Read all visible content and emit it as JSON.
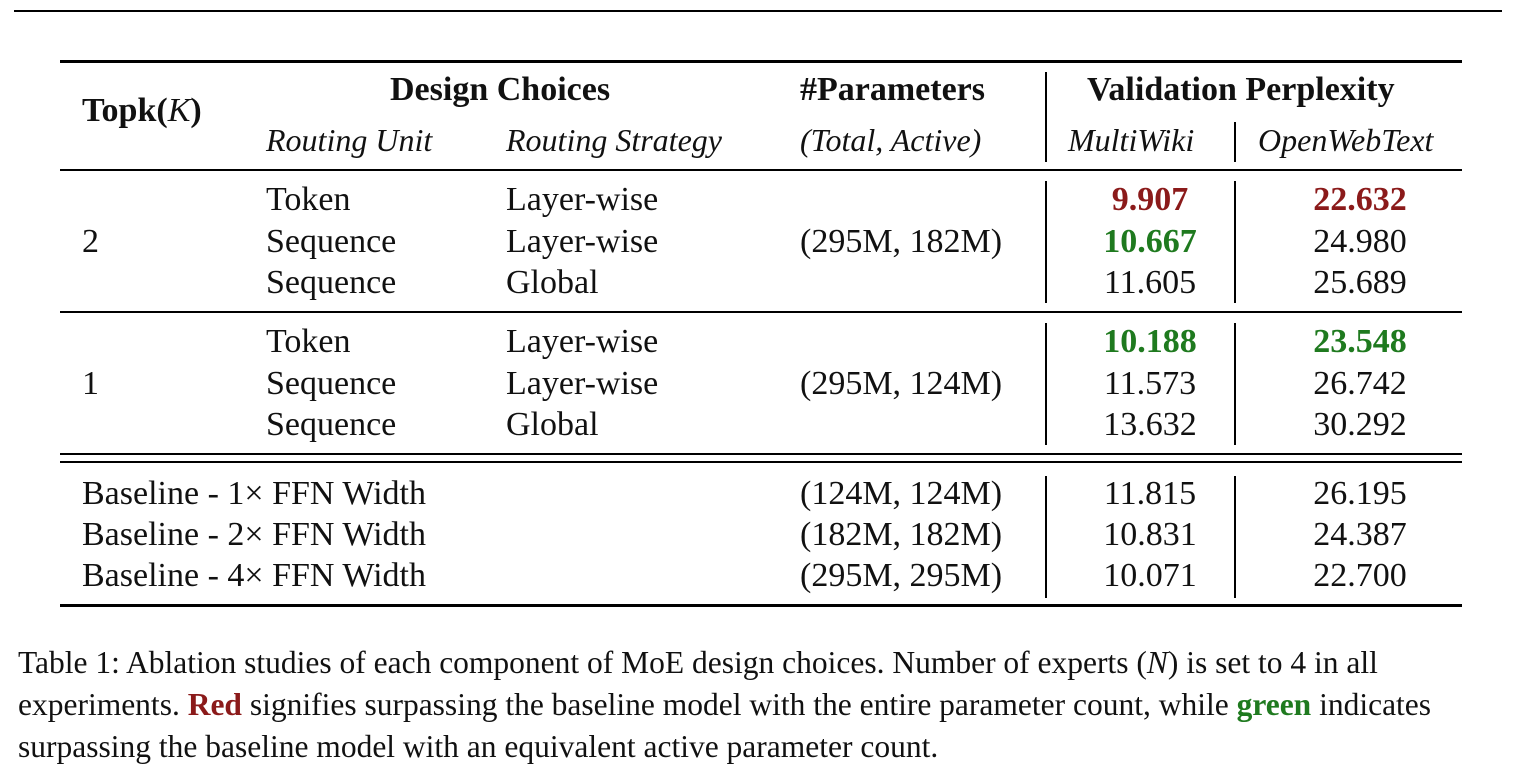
{
  "header": {
    "topk": "Topk(",
    "topk_var": "K",
    "topk_close": ")",
    "design_choices": "Design Choices",
    "routing_unit": "Routing Unit",
    "routing_strategy": "Routing Strategy",
    "parameters": "#Parameters",
    "total_active": "(Total, Active)",
    "validation_perplexity": "Validation Perplexity",
    "multiwiki": "MultiWiki",
    "openwebtext": "OpenWebText"
  },
  "groups": [
    {
      "topk": "2",
      "params": "(295M, 182M)",
      "rows": [
        {
          "unit": "Token",
          "strategy": "Layer-wise",
          "multiwiki": "9.907",
          "mw_style": "red",
          "openwebtext": "22.632",
          "owt_style": "red"
        },
        {
          "unit": "Sequence",
          "strategy": "Layer-wise",
          "multiwiki": "10.667",
          "mw_style": "green",
          "openwebtext": "24.980",
          "owt_style": "plain"
        },
        {
          "unit": "Sequence",
          "strategy": "Global",
          "multiwiki": "11.605",
          "mw_style": "plain",
          "openwebtext": "25.689",
          "owt_style": "plain"
        }
      ]
    },
    {
      "topk": "1",
      "params": "(295M, 124M)",
      "rows": [
        {
          "unit": "Token",
          "strategy": "Layer-wise",
          "multiwiki": "10.188",
          "mw_style": "green",
          "openwebtext": "23.548",
          "owt_style": "green"
        },
        {
          "unit": "Sequence",
          "strategy": "Layer-wise",
          "multiwiki": "11.573",
          "mw_style": "plain",
          "openwebtext": "26.742",
          "owt_style": "plain"
        },
        {
          "unit": "Sequence",
          "strategy": "Global",
          "multiwiki": "13.632",
          "mw_style": "plain",
          "openwebtext": "30.292",
          "owt_style": "plain"
        }
      ]
    }
  ],
  "baselines": [
    {
      "label_a": "Baseline - 1",
      "label_b": "× FFN Width",
      "params": "(124M, 124M)",
      "multiwiki": "11.815",
      "openwebtext": "26.195"
    },
    {
      "label_a": "Baseline - 2",
      "label_b": "× FFN Width",
      "params": "(182M, 182M)",
      "multiwiki": "10.831",
      "openwebtext": "24.387"
    },
    {
      "label_a": "Baseline - 4",
      "label_b": "× FFN Width",
      "params": "(295M, 295M)",
      "multiwiki": "10.071",
      "openwebtext": "22.700"
    }
  ],
  "caption": {
    "part1": "Table 1: Ablation studies of each component of MoE design choices. Number of experts (",
    "var_n": "N",
    "part2": ") is set to 4 in all experiments. ",
    "red_word": "Red",
    "part3": " signifies surpassing the baseline model with the entire parameter count, while ",
    "green_word": "green",
    "part4": " indicates surpassing the baseline model with an equivalent active parameter count."
  },
  "colors": {
    "red": "#8b1a1a",
    "green": "#1f7a1f"
  }
}
